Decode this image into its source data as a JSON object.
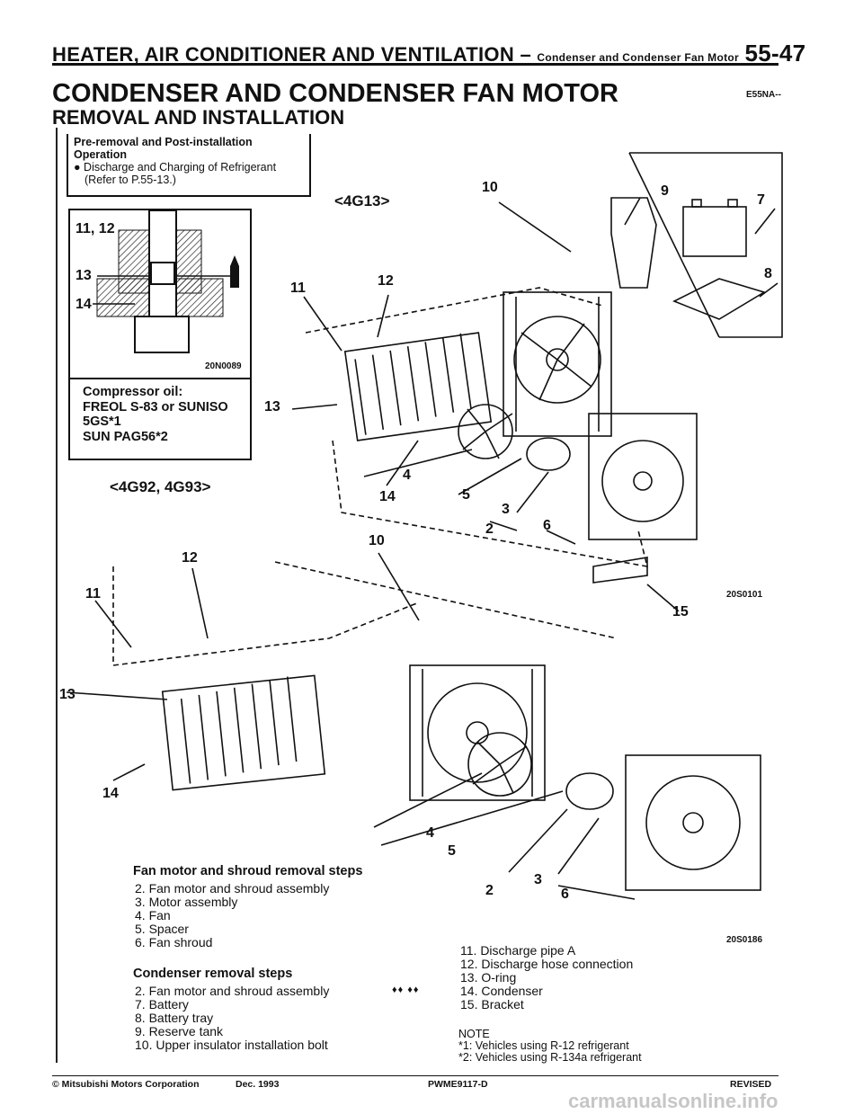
{
  "header": {
    "main": "HEATER, AIR CONDITIONER AND VENTILATION",
    "dash": "–",
    "sub": "Condenser and Condenser Fan Motor",
    "page": "55-47"
  },
  "page_title": "CONDENSER AND CONDENSER FAN MOTOR",
  "ref_code": "E55NA--",
  "section_title": "REMOVAL AND INSTALLATION",
  "pre_removal": {
    "title_line1": "Pre-removal and Post-installation",
    "title_line2": "Operation",
    "bullet": "●",
    "item_line1": "Discharge and Charging of Refrigerant",
    "item_line2": "(Refer to P.55-13.)"
  },
  "inset": {
    "labels": [
      "11, 12",
      "13",
      "14"
    ],
    "code": "20N0089"
  },
  "compressor_oil": {
    "line1": "Compressor oil:",
    "line2": "FREOL S-83 or SUNISO",
    "line3": "5GS*1",
    "line4": "SUN PAG56*2"
  },
  "engine_labels": {
    "top": "<4G13>",
    "bottom": "<4G92, 4G93>"
  },
  "figure_top": {
    "callouts": [
      "10",
      "9",
      "7",
      "8",
      "11",
      "12",
      "13",
      "4",
      "14",
      "5",
      "3",
      "2",
      "6",
      "15"
    ],
    "code": "20S0101"
  },
  "figure_bottom": {
    "callouts": [
      "12",
      "10",
      "11",
      "13",
      "14",
      "4",
      "5",
      "2",
      "3",
      "6"
    ],
    "code": "20S0186"
  },
  "fan_steps": {
    "heading": "Fan motor and shroud removal steps",
    "items": [
      "2. Fan motor and shroud assembly",
      "3. Motor assembly",
      "4. Fan",
      "5. Spacer",
      "6. Fan shroud"
    ]
  },
  "condenser_steps": {
    "heading": "Condenser removal steps",
    "items": [
      "2. Fan motor and shroud assembly",
      "7. Battery",
      "8. Battery tray",
      "9. Reserve tank",
      "10. Upper insulator installation bolt"
    ]
  },
  "right_steps": {
    "items": [
      "11. Discharge pipe A",
      "12. Discharge hose connection",
      "13. O-ring",
      "14. Condenser",
      "15. Bracket"
    ],
    "arrow_marks": "♦♦  ♦♦"
  },
  "note": {
    "title": "NOTE",
    "line1": "*1: Vehicles using R-12 refrigerant",
    "line2": "*2: Vehicles using R-134a refrigerant"
  },
  "footer": {
    "copyright": "© Mitsubishi Motors Corporation",
    "date": "Dec. 1993",
    "doc": "PWME9117-D",
    "status": "REVISED"
  },
  "watermark": "carmanualsonline.info"
}
